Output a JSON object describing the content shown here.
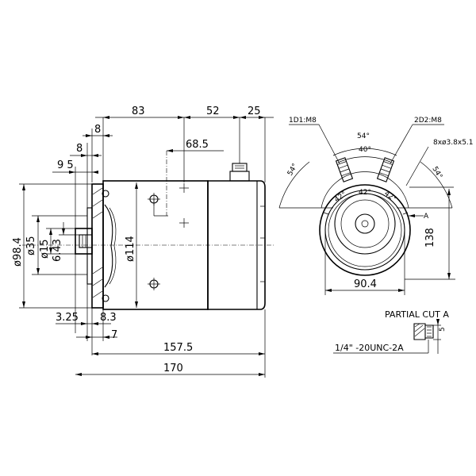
{
  "side_view": {
    "dim_83": "83",
    "dim_52": "52",
    "dim_25": "25",
    "dim_8_top": "8",
    "dim_68_5": "68.5",
    "dim_8_left": "8",
    "dim_9_5": "9 5",
    "dim_dia_98_4": "ø98.4",
    "dim_dia_35": "ø35",
    "dim_dia_15": "ø15",
    "dim_6_43": "6.43",
    "dim_dia_114": "ø114",
    "dim_3_25": "3.25",
    "dim_8_3": "8.3",
    "dim_7": "7",
    "dim_157_5": "157.5",
    "dim_170": "170"
  },
  "end_view": {
    "terminal_1": "1D1:M8",
    "terminal_2": "2D2:M8",
    "mount_holes": "8xø3.8x5.1",
    "angle_54_top": "54°",
    "angle_40": "40°",
    "angle_54_left": "54°",
    "angle_54_right": "54°",
    "angle_42_a": "42°",
    "angle_42_b": "42°",
    "angle_42_c": "42°",
    "dim_138": "138",
    "dim_90_4": "90.4",
    "section_marker": "A"
  },
  "partial_cut": {
    "title": "PARTIAL CUT A",
    "thread": "1/4\" -20UNC-2A",
    "dim_5": "5"
  }
}
